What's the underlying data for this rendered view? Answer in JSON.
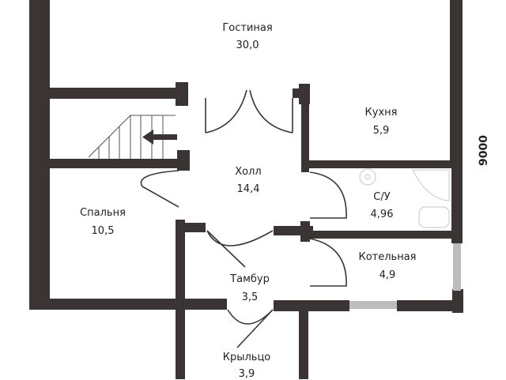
{
  "rooms": [
    {
      "name": "Гостиная",
      "area": "30,0"
    },
    {
      "name": "Кухня",
      "area": "5,9"
    },
    {
      "name": "Холл",
      "area": "14,4"
    },
    {
      "name": "С/У",
      "area": "4,96"
    },
    {
      "name": "Спальня",
      "area": "10,5"
    },
    {
      "name": "Котельная",
      "area": "4,9"
    },
    {
      "name": "Тамбур",
      "area": "3,5"
    },
    {
      "name": "Крыльцо",
      "area": "3,9"
    }
  ],
  "dimension": {
    "label": "9000"
  },
  "colors": {
    "wall": "#3b3435",
    "thin": "#555555",
    "window": "#bcbcbc"
  }
}
